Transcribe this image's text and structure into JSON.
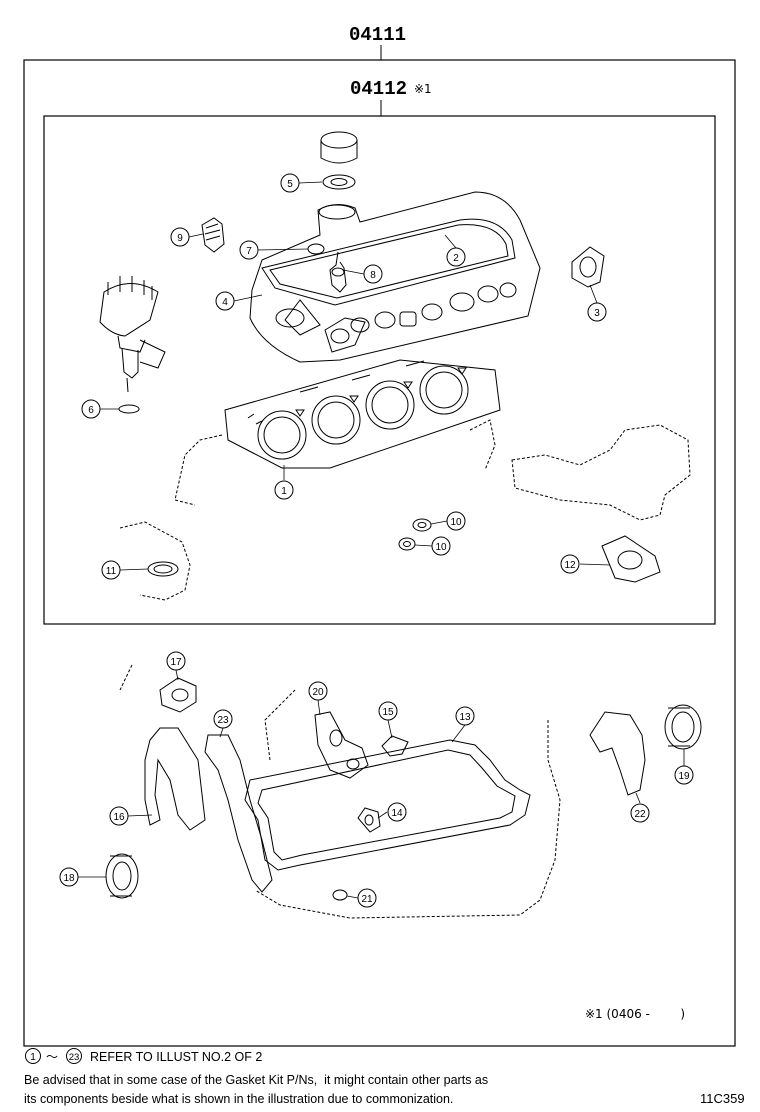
{
  "diagram": {
    "outer_part_number": "04111",
    "inner_part_number": "04112",
    "inner_part_suffix": "※1",
    "period_note": "※1 (0406 -        )",
    "illustration_code": "11C359"
  },
  "callouts": [
    {
      "id": "c1",
      "label": "1"
    },
    {
      "id": "c2",
      "label": "2"
    },
    {
      "id": "c3",
      "label": "3"
    },
    {
      "id": "c4",
      "label": "4"
    },
    {
      "id": "c5",
      "label": "5"
    },
    {
      "id": "c6",
      "label": "6"
    },
    {
      "id": "c7",
      "label": "7"
    },
    {
      "id": "c8",
      "label": "8"
    },
    {
      "id": "c9",
      "label": "9"
    },
    {
      "id": "c10a",
      "label": "10"
    },
    {
      "id": "c10b",
      "label": "10"
    },
    {
      "id": "c11",
      "label": "11"
    },
    {
      "id": "c12",
      "label": "12"
    },
    {
      "id": "c13",
      "label": "13"
    },
    {
      "id": "c14",
      "label": "14"
    },
    {
      "id": "c15",
      "label": "15"
    },
    {
      "id": "c16",
      "label": "16"
    },
    {
      "id": "c17",
      "label": "17"
    },
    {
      "id": "c18",
      "label": "18"
    },
    {
      "id": "c19",
      "label": "19"
    },
    {
      "id": "c20",
      "label": "20"
    },
    {
      "id": "c21",
      "label": "21"
    },
    {
      "id": "c22",
      "label": "22"
    },
    {
      "id": "c23",
      "label": "23"
    }
  ],
  "footer": {
    "range_start": "1",
    "range_tilde": "～",
    "range_end": "23",
    "refer_text": "REFER TO ILLUST NO.2 OF 2",
    "advisory_line1": "Be advised that in some case of the Gasket Kit P/Ns,  it might contain other parts as",
    "advisory_line2": "its components beside what is shown in the illustration due to commonization."
  }
}
